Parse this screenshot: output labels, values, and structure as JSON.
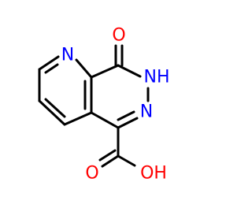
{
  "molecule": {
    "atom_labels": {
      "ketone_oxygen": "O",
      "pyridine_nitrogen": "N",
      "nh_group": "NH",
      "ring_nitrogen": "N",
      "carboxyl_oxygen": "O",
      "hydroxyl": "OH"
    },
    "colors": {
      "bond": "#000000",
      "oxygen": "#ff0000",
      "nitrogen": "#0000ff"
    }
  }
}
